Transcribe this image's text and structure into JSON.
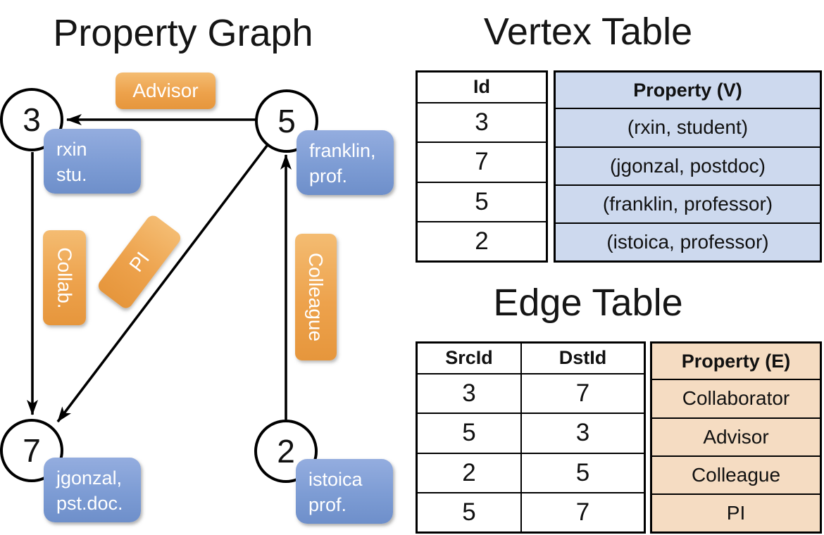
{
  "titles": {
    "graph": "Property Graph",
    "vertex": "Vertex Table",
    "edge": "Edge Table"
  },
  "graph": {
    "nodes": [
      {
        "id": "3"
      },
      {
        "id": "5"
      },
      {
        "id": "7"
      },
      {
        "id": "2"
      }
    ],
    "vertex_props": [
      {
        "line1": "rxin",
        "line2": "stu."
      },
      {
        "line1": "franklin,",
        "line2": "prof."
      },
      {
        "line1": "jgonzal,",
        "line2": "pst.doc."
      },
      {
        "line1": "istoica",
        "line2": "prof."
      }
    ],
    "edge_labels": [
      {
        "text": "Advisor"
      },
      {
        "text": "Collab."
      },
      {
        "text": "PI"
      },
      {
        "text": "Colleague"
      }
    ]
  },
  "vertex_table": {
    "columns": {
      "id": "Id",
      "property": "Property (V)"
    },
    "rows": [
      {
        "id": "3",
        "property": "(rxin, student)"
      },
      {
        "id": "7",
        "property": "(jgonzal, postdoc)"
      },
      {
        "id": "5",
        "property": "(franklin, professor)"
      },
      {
        "id": "2",
        "property": "(istoica, professor)"
      }
    ]
  },
  "edge_table": {
    "columns": {
      "src": "SrcId",
      "dst": "DstId",
      "property": "Property (E)"
    },
    "rows": [
      {
        "src": "3",
        "dst": "7",
        "property": "Collaborator"
      },
      {
        "src": "5",
        "dst": "3",
        "property": "Advisor"
      },
      {
        "src": "2",
        "dst": "5",
        "property": "Colleague"
      },
      {
        "src": "5",
        "dst": "7",
        "property": "PI"
      }
    ]
  },
  "colors": {
    "edge_label_fill": "#eda24c",
    "vertex_prop_fill": "#7d9cd4",
    "vertex_cell_fill": "#cdd9ee",
    "edge_cell_fill": "#f5dcc2",
    "line_color": "#000000"
  }
}
